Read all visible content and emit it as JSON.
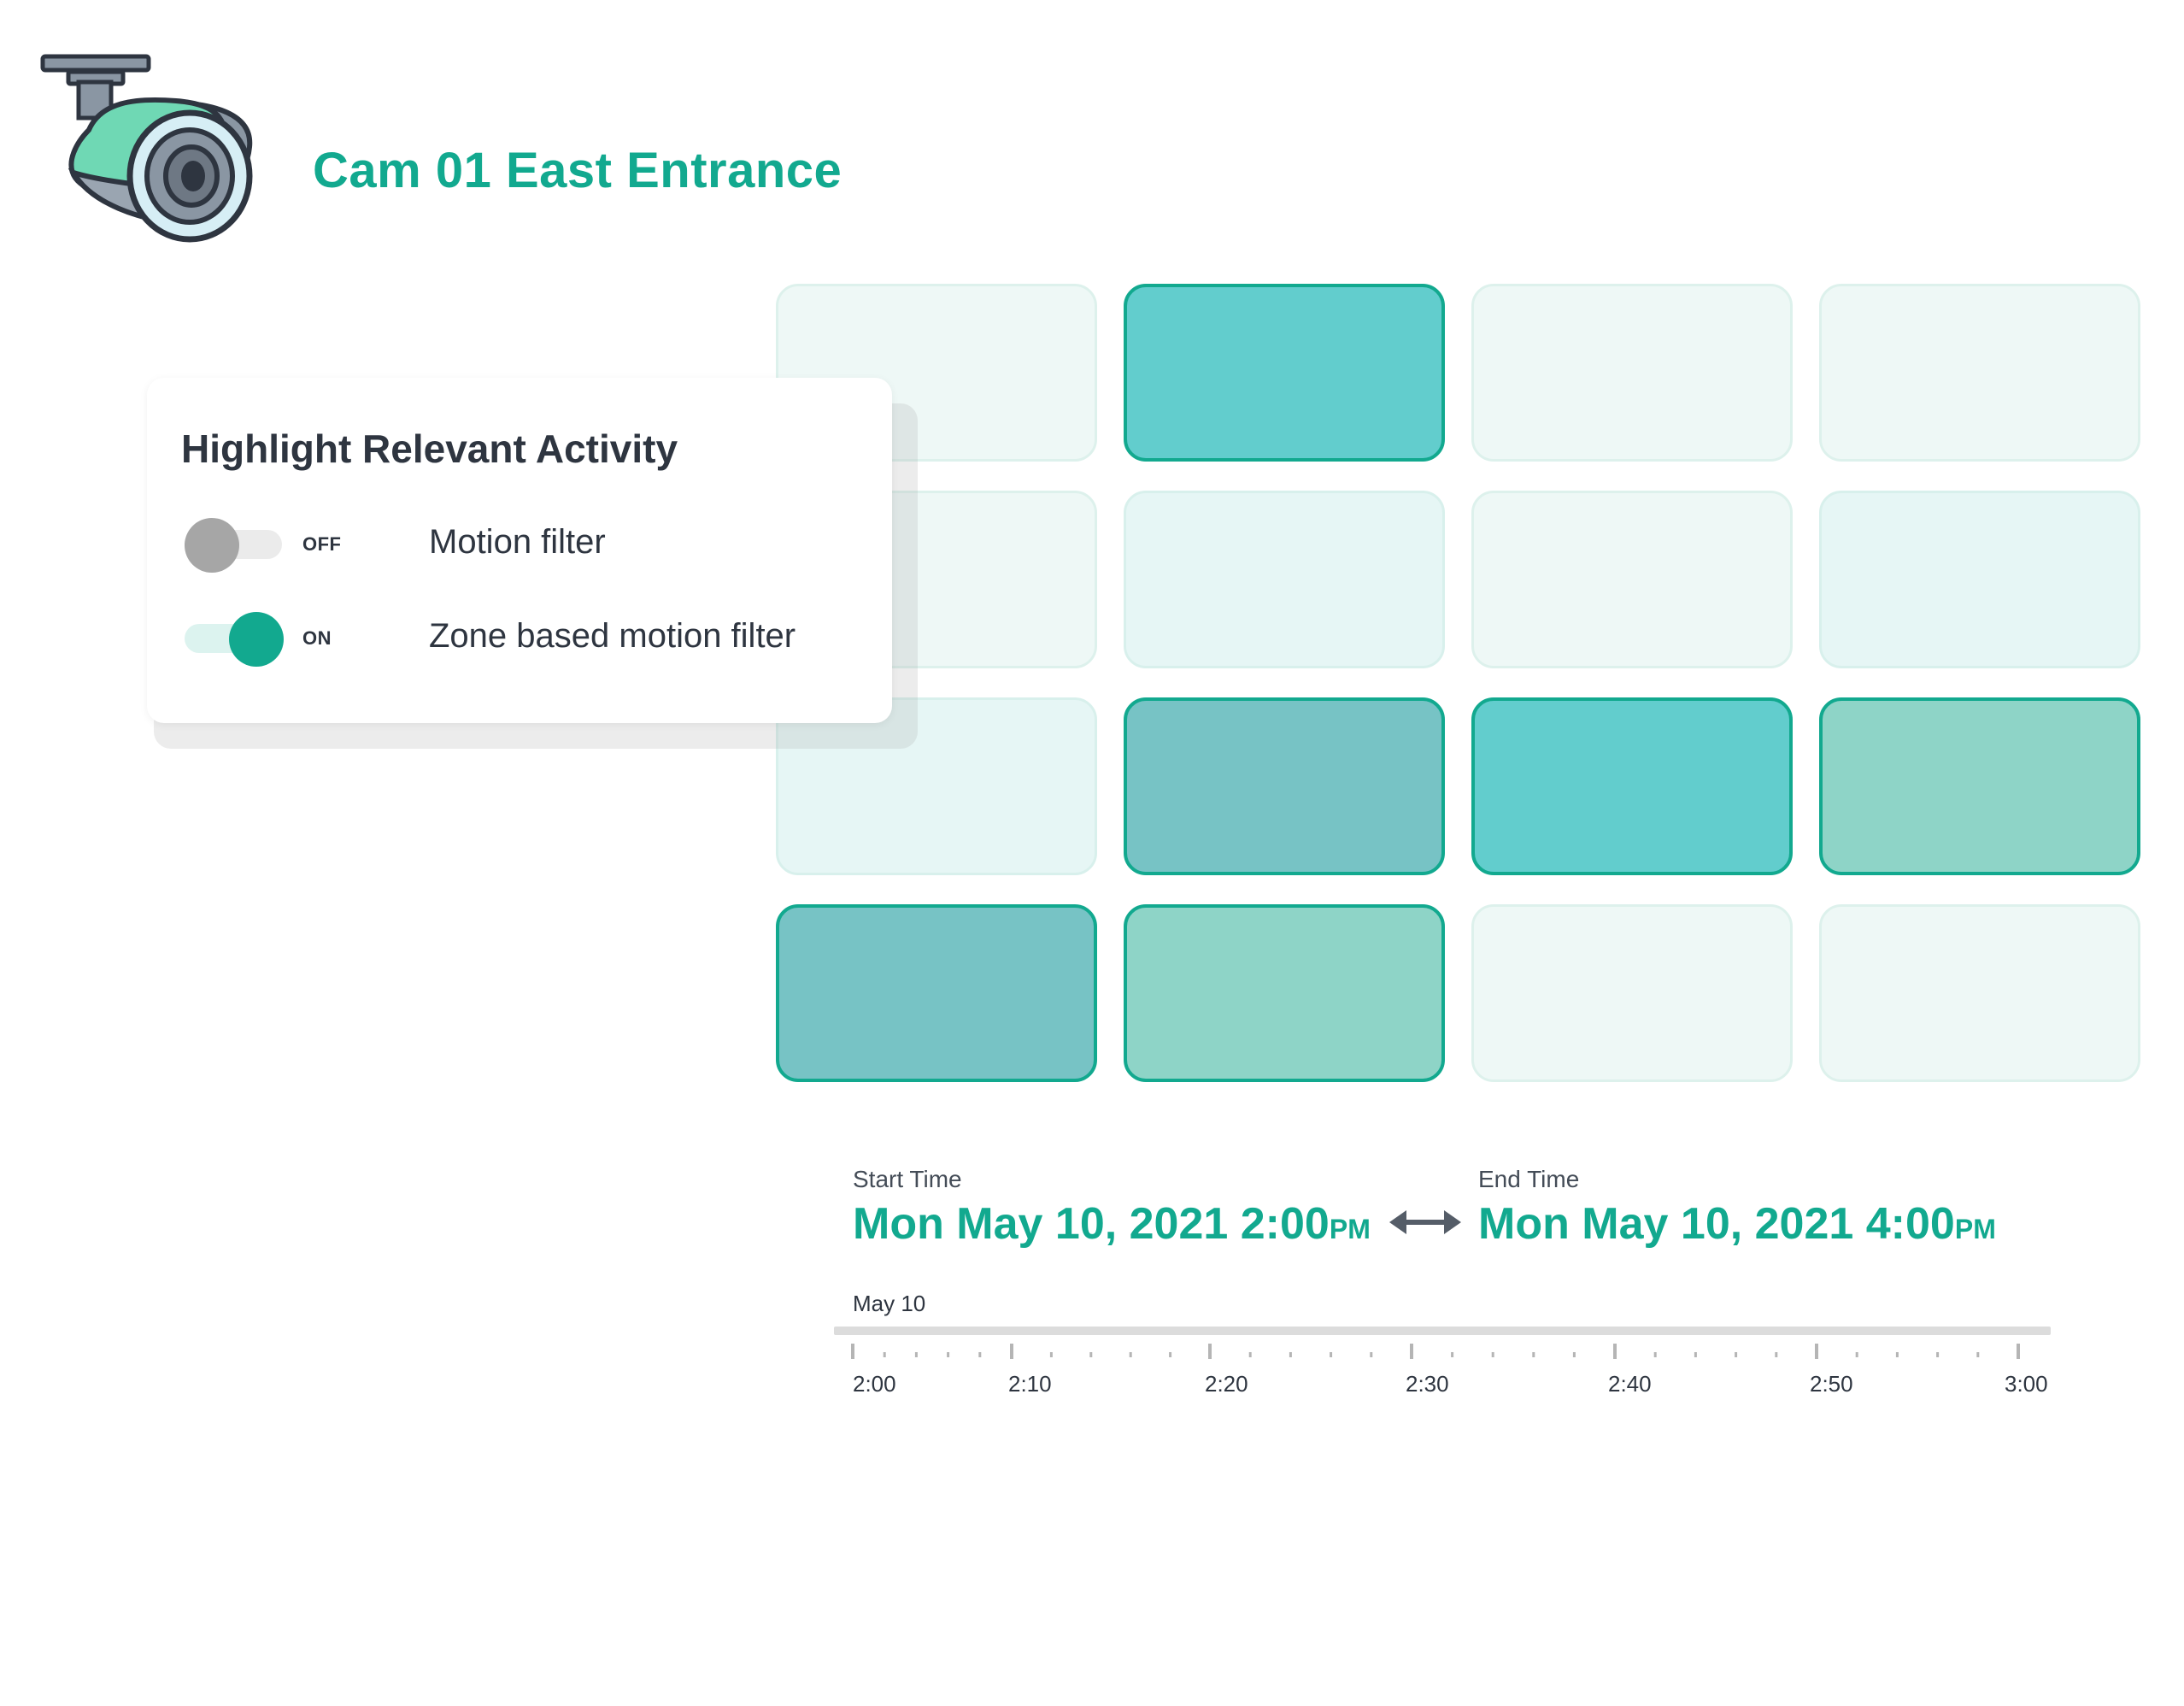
{
  "header": {
    "title": "Cam 01 East Entrance",
    "icon": "security-camera-icon"
  },
  "colors": {
    "accent": "#12a98f",
    "tile_outline": "#12a98f",
    "tile_faint": "#eef8f6",
    "tile_faint_2": "#e6f6f5",
    "tile_teal": "#62cdcd",
    "tile_slate_teal": "#77c3c5",
    "tile_mint": "#8ed4c7"
  },
  "activity_grid": {
    "rows": 4,
    "cols": 4,
    "tiles": [
      [
        "faint",
        "teal",
        "faint",
        "faint"
      ],
      [
        "faint",
        "faint2",
        "faint",
        "faint2"
      ],
      [
        "faint2",
        "slate",
        "teal",
        "mint"
      ],
      [
        "slate",
        "mint",
        "faint",
        "faint"
      ]
    ]
  },
  "filter_card": {
    "title": "Highlight Relevant Activity",
    "filters": [
      {
        "state": "OFF",
        "label": "Motion filter",
        "on": false
      },
      {
        "state": "ON",
        "label": "Zone based motion filter",
        "on": true
      }
    ]
  },
  "time_range": {
    "start_caption": "Start Time",
    "start_value": "Mon May 10, 2021 2:00",
    "start_suffix": "PM",
    "end_caption": "End Time",
    "end_value": "Mon May 10, 2021 4:00",
    "end_suffix": "PM",
    "arrow_icon": "double-arrow-icon"
  },
  "timeline": {
    "date_label": "May 10",
    "labels": [
      "2:00",
      "2:10",
      "2:20",
      "2:30",
      "2:40",
      "2:50",
      "3:00"
    ]
  }
}
